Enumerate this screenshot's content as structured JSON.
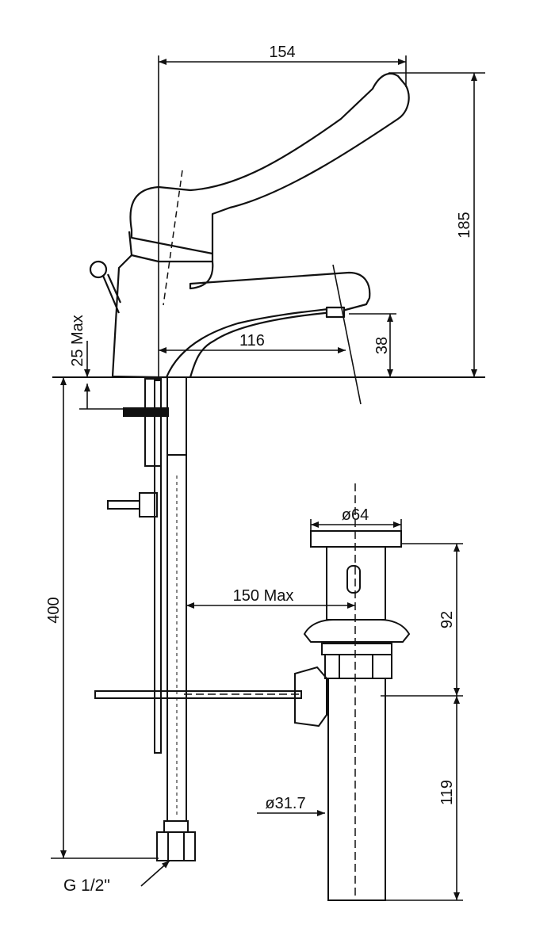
{
  "dimensions": {
    "width_154": "154",
    "height_185": "185",
    "reach_116": "116",
    "spout_38": "38",
    "deck_25max": "25 Max",
    "hose_400": "400",
    "pop_up_150max": "150 Max",
    "waste_dia_64": "ø64",
    "waste_92": "92",
    "waste_119": "119",
    "tail_dia_317": "ø31.7",
    "thread": "G 1/2\""
  },
  "colors": {
    "line": "#111111",
    "background": "#ffffff"
  }
}
